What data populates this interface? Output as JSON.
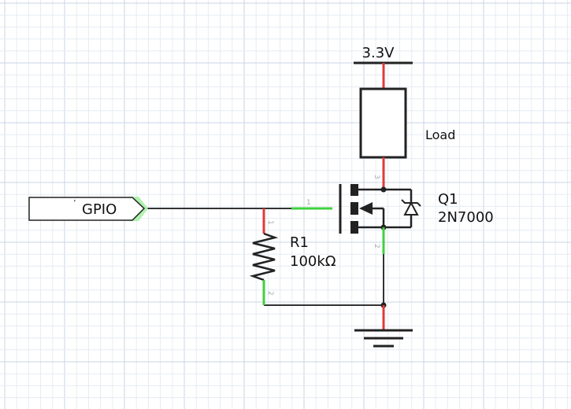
{
  "colors": {
    "grid_minor": "#e6ecf3",
    "grid_major": "#c9d6e4",
    "wire": "#333333",
    "pin_unconnected": "#e03a3a",
    "pin_connected": "#3fd13f",
    "label_text": "#111111",
    "pin_number_text": "#a8a8a8",
    "net_label_fill": "#ffffff",
    "net_label_glow": "#a6f0a6"
  },
  "supply": {
    "label": "3.3V"
  },
  "load": {
    "label": "Load",
    "pin_number": "3"
  },
  "gpio": {
    "label": "GPIO",
    "pin_number": "1"
  },
  "resistor": {
    "reference": "R1",
    "value": "100kΩ",
    "pin_top": "1",
    "pin_bottom": "2"
  },
  "transistor": {
    "reference": "Q1",
    "part": "2N7000",
    "pin_source": "2"
  },
  "ground": {
    "icon": "ground-icon"
  }
}
